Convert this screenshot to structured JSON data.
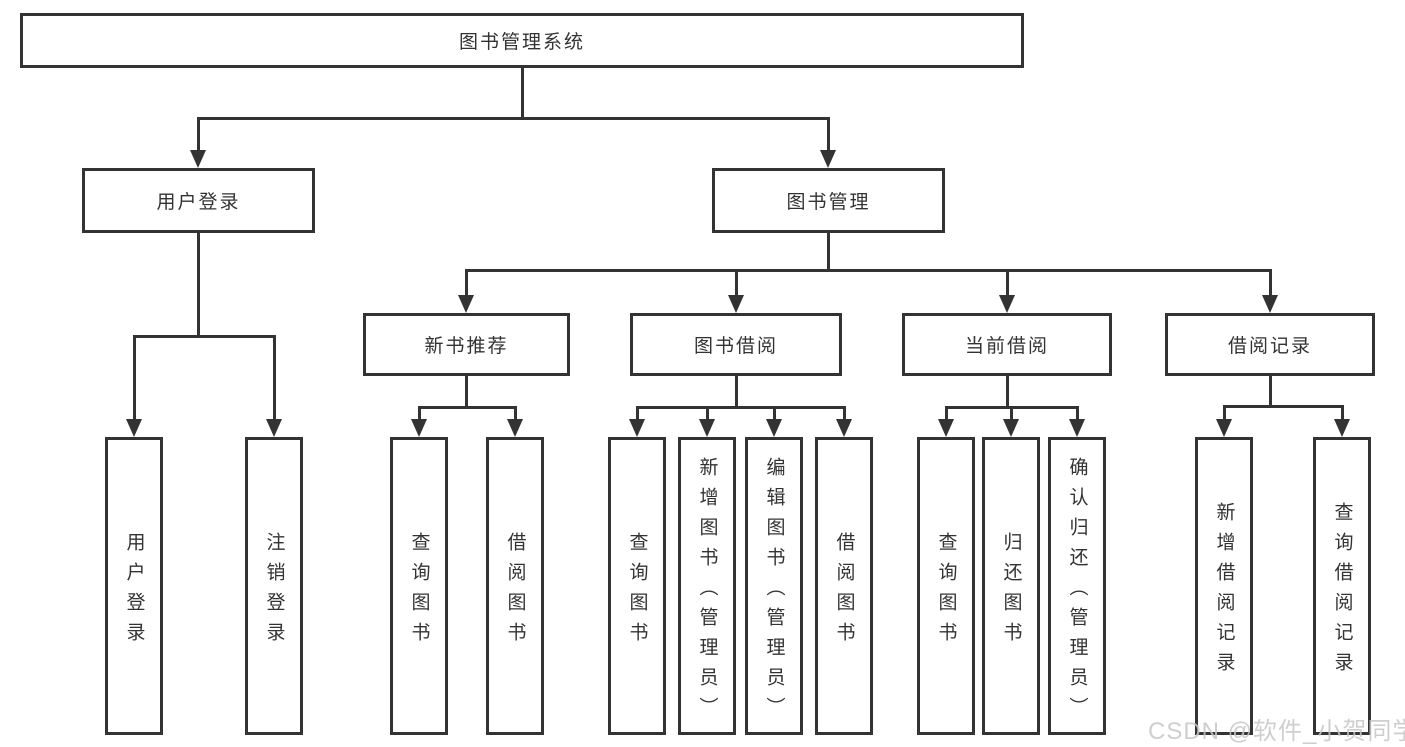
{
  "colors": {
    "line": "#333333",
    "text": "#333333",
    "box_background": "#ffffff",
    "page_background": "#ffffff",
    "watermark": "#c6c6c6"
  },
  "nodes": {
    "root": {
      "label": "图书管理系统"
    },
    "user_login": {
      "label": "用户登录"
    },
    "book_mgmt": {
      "label": "图书管理"
    },
    "new_book_rec": {
      "label": "新书推荐"
    },
    "book_borrow": {
      "label": "图书借阅"
    },
    "current_borrow": {
      "label": "当前借阅"
    },
    "borrow_record": {
      "label": "借阅记录"
    },
    "leaf_user_login": {
      "label": "用户登录"
    },
    "leaf_logout": {
      "label": "注销登录"
    },
    "leaf_query_book_rec": {
      "label": "查询图书"
    },
    "leaf_borrow_book_rec": {
      "label": "借阅图书"
    },
    "leaf_query_book_borrow": {
      "label": "查询图书"
    },
    "leaf_add_book_admin": {
      "label": "新增图书（管理员）"
    },
    "leaf_edit_book_admin": {
      "label": "编辑图书（管理员）"
    },
    "leaf_borrow_book_borrow": {
      "label": "借阅图书"
    },
    "leaf_query_book_current": {
      "label": "查询图书"
    },
    "leaf_return_book": {
      "label": "归还图书"
    },
    "leaf_confirm_return_admin": {
      "label": "确认归还（管理员）"
    },
    "leaf_add_borrow_record": {
      "label": "新增借阅记录"
    },
    "leaf_query_borrow_record": {
      "label": "查询借阅记录"
    }
  },
  "hierarchy": {
    "图书管理系统": [
      "用户登录",
      "图书管理"
    ],
    "用户登录": [
      "用户登录",
      "注销登录"
    ],
    "图书管理": [
      "新书推荐",
      "图书借阅",
      "当前借阅",
      "借阅记录"
    ],
    "新书推荐": [
      "查询图书",
      "借阅图书"
    ],
    "图书借阅": [
      "查询图书",
      "新增图书（管理员）",
      "编辑图书（管理员）",
      "借阅图书"
    ],
    "当前借阅": [
      "查询图书",
      "归还图书",
      "确认归还（管理员）"
    ],
    "借阅记录": [
      "新增借阅记录",
      "查询借阅记录"
    ]
  },
  "watermark": {
    "text": "CSDN @软件_小贺同学"
  }
}
